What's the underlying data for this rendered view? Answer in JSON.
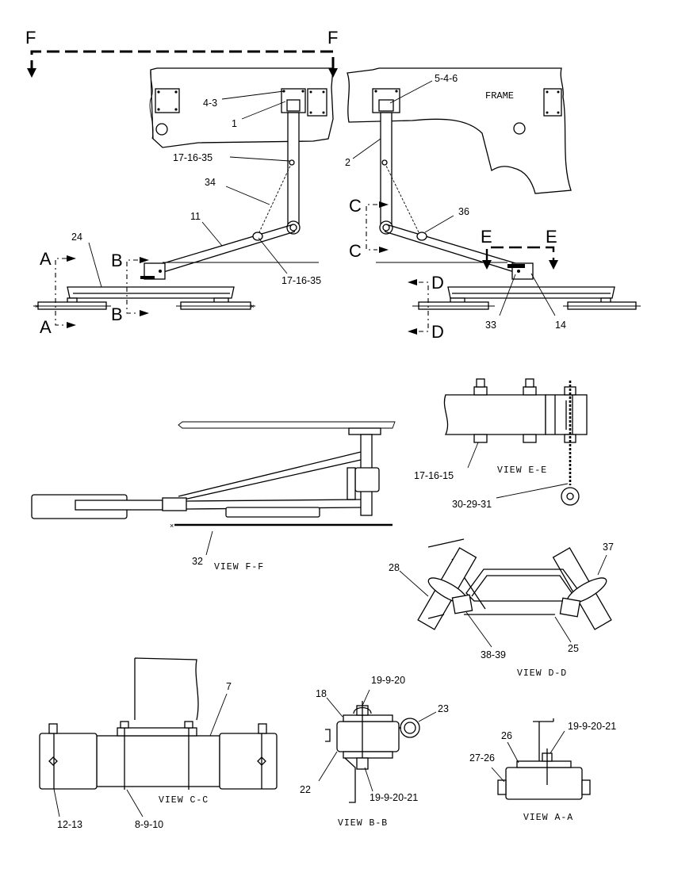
{
  "section_letters": {
    "F_left": "F",
    "F_right": "F",
    "A_top": "A",
    "A_bottom": "A",
    "B_top": "B",
    "B_bottom": "B",
    "C_top": "C",
    "C_bottom": "C",
    "D_top": "D",
    "D_bottom": "D",
    "E_left": "E",
    "E_right": "E"
  },
  "frame_label": "FRAME",
  "callouts": {
    "c_4_3": "4-3",
    "c_1": "1",
    "c_5_4_6": "5-4-6",
    "c_2": "2",
    "c_17_16_35_top": "17-16-35",
    "c_34": "34",
    "c_11": "11",
    "c_24": "24",
    "c_17_16_35_mid": "17-16-35",
    "c_36": "36",
    "c_33": "33",
    "c_14": "14",
    "c_17_16_15": "17-16-15",
    "c_30_29_31": "30-29-31",
    "c_32": "32",
    "c_28": "28",
    "c_37": "37",
    "c_38_39": "38-39",
    "c_25": "25",
    "c_7": "7",
    "c_12_13": "12-13",
    "c_8_9_10": "8-9-10",
    "c_18": "18",
    "c_19_9_20": "19-9-20",
    "c_23": "23",
    "c_22": "22",
    "c_19_9_20_21_bb": "19-9-20-21",
    "c_26": "26",
    "c_19_9_20_21_aa": "19-9-20-21",
    "c_27_26": "27-26"
  },
  "view_titles": {
    "ee": "VIEW E-E",
    "ff": "VIEW F-F",
    "dd": "VIEW D-D",
    "cc": "VIEW C-C",
    "bb": "VIEW B-B",
    "aa": "VIEW A-A"
  }
}
